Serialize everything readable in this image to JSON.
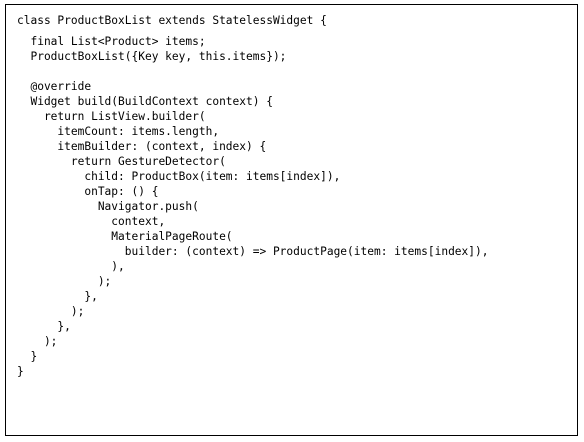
{
  "code": {
    "lines": [
      "class ProductBoxList extends StatelessWidget {",
      "  final List<Product> items;",
      "  ProductBoxList({Key key, this.items});",
      "",
      "  @override",
      "  Widget build(BuildContext context) {",
      "    return ListView.builder(",
      "      itemCount: items.length,",
      "      itemBuilder: (context, index) {",
      "        return GestureDetector(",
      "          child: ProductBox(item: items[index]),",
      "          onTap: () {",
      "            Navigator.push(",
      "              context,",
      "              MaterialPageRoute(",
      "                builder: (context) => ProductPage(item: items[index]),",
      "              ),",
      "            );",
      "          },",
      "        );",
      "      },",
      "    );",
      "  }",
      "}"
    ]
  }
}
